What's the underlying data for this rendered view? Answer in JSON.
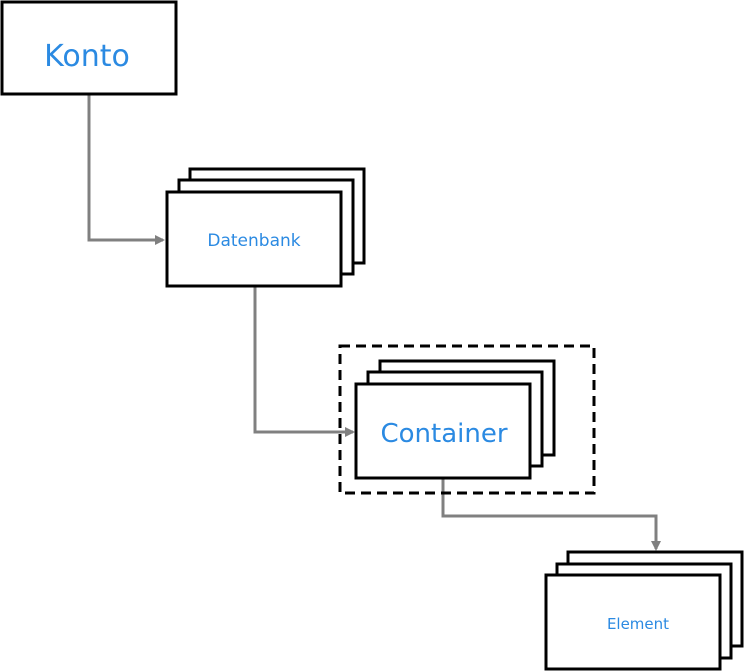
{
  "diagram": {
    "nodes": {
      "konto": {
        "label": "Konto"
      },
      "datenbank": {
        "label": "Datenbank"
      },
      "container": {
        "label": "Container"
      },
      "element": {
        "label": "Element"
      }
    },
    "colors": {
      "label": "#2b8ae2",
      "border": "#000000",
      "connector": "#808080",
      "background": "#ffffff"
    }
  }
}
